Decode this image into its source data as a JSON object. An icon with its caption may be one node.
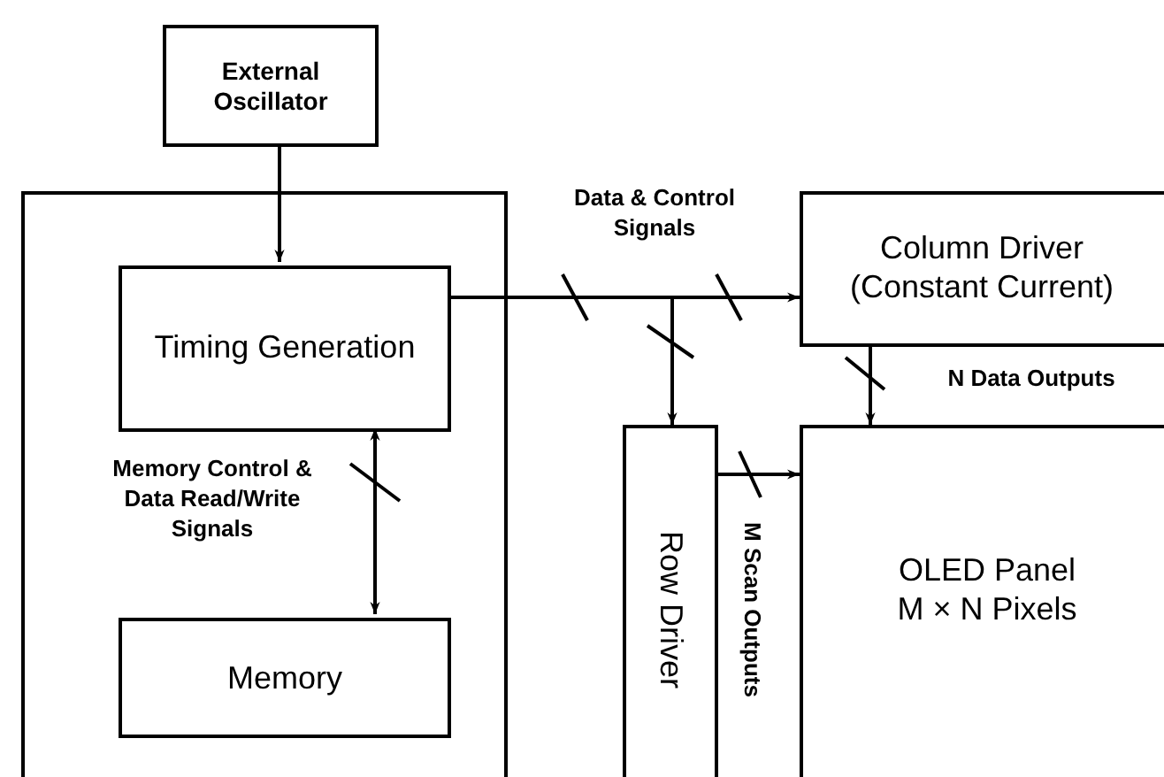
{
  "diagram": {
    "nodes": [
      {
        "text": [
          "External Oscillator"
        ]
      },
      {
        "text": [],
        "shape": "box"
      },
      {
        "text": [
          "Timing Generation"
        ],
        "in": 1
      },
      {
        "text": [
          "Memory"
        ],
        "in": 1
      },
      {
        "text": [
          "Column Driver (Constant Current)"
        ]
      },
      {
        "text": [
          "Row Driver"
        ]
      },
      {
        "text": [
          "OLED Panel M × N Pixels"
        ]
      }
    ],
    "edges": [
      {
        "from": 0,
        "to": 2,
        "arrow": "to"
      },
      {
        "from": 2,
        "to": 4,
        "arrow": "to",
        "label": "Data & Control Signals"
      },
      {
        "from": 2,
        "to": 5,
        "arrow": "to"
      },
      {
        "from": 2,
        "to": 3,
        "arrow": "both",
        "label": "Memory Control & Data Read/Write Signals"
      },
      {
        "from": 4,
        "to": 6,
        "arrow": "to",
        "label": "N Data Outputs"
      },
      {
        "from": 5,
        "to": 6,
        "arrow": "to",
        "label": "M Scan Outputs"
      }
    ]
  }
}
